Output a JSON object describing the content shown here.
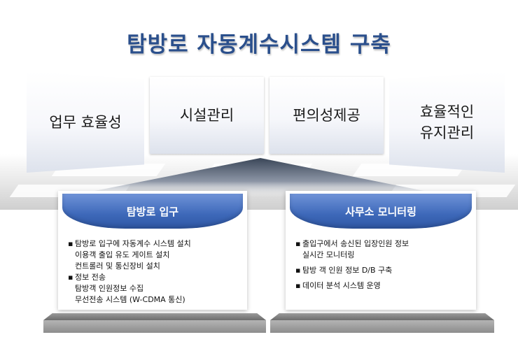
{
  "title": "탐방로 자동계수시스템 구축",
  "pillars": [
    {
      "label": "업무 효율성"
    },
    {
      "label": "시설관리"
    },
    {
      "label": "편의성제공"
    },
    {
      "label_line1": "효율적인",
      "label_line2": "유지관리"
    }
  ],
  "cards": [
    {
      "title": "탐방로 입구",
      "items": [
        {
          "bullet": "▪",
          "lines": [
            "탐방로 입구에 자동계수 시스템 설치",
            "이용객 출입 유도 게이트 설치",
            "컨트롤러 및 통신장비 설치"
          ]
        },
        {
          "bullet": "▪",
          "lines": [
            "정보 전송",
            "탐방객 인원정보 수집",
            "무선전송 시스템 (W-CDMA 통신)"
          ]
        }
      ]
    },
    {
      "title": "사무소 모니터링",
      "items": [
        {
          "bullet": "▪",
          "lines": [
            "출입구에서 송신된 입장인원 정보",
            "실시간 모니터링"
          ]
        },
        {
          "bullet": "▪",
          "lines": [
            "탐방 객 인원 정보 D/B 구축"
          ]
        },
        {
          "bullet": "▪",
          "lines": [
            "데이터 분석 시스템 운영"
          ]
        }
      ]
    }
  ],
  "colors": {
    "title": "#2a4f8c",
    "card_header": "#3d68b9",
    "base": "#8c8c8c"
  }
}
